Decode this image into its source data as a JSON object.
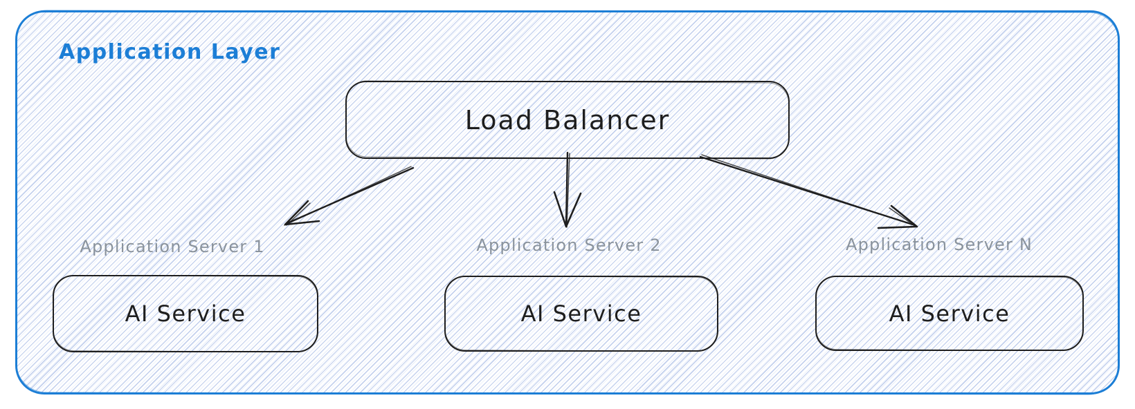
{
  "colors": {
    "accent": "#1c7ed6",
    "stroke": "#1e1e1e",
    "caption": "#8a939d",
    "hatch": "#bfcdec"
  },
  "frame": {
    "title": "Application Layer"
  },
  "load_balancer": {
    "label": "Load Balancer"
  },
  "servers": [
    {
      "caption": "Application Server 1",
      "service_label": "AI Service"
    },
    {
      "caption": "Application Server 2",
      "service_label": "AI Service"
    },
    {
      "caption": "Application Server N",
      "service_label": "AI Service"
    }
  ],
  "edges": [
    {
      "from": "load-balancer",
      "to": "application-server-1"
    },
    {
      "from": "load-balancer",
      "to": "application-server-2"
    },
    {
      "from": "load-balancer",
      "to": "application-server-n"
    }
  ]
}
